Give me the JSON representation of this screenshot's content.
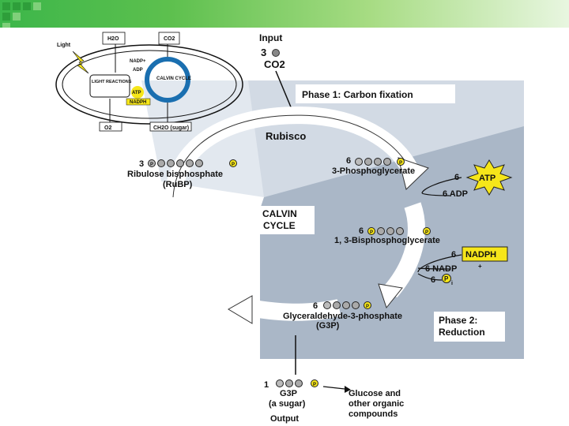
{
  "colors": {
    "green": "#3cb64a",
    "gray_panel": "#aab7c7",
    "light_panel": "#d2dae4",
    "blue_arrow": "#1a6fb0",
    "atp_yellow": "#f6e61a"
  },
  "overview": {
    "light": "Light",
    "h2o": "H2O",
    "co2": "CO2",
    "nadp": "NADP+",
    "adp": "ADP",
    "light_reactions": "LIGHT REACTIONS",
    "calvin": "CALVIN CYCLE",
    "atp": "ATP",
    "nadph": "NADPH",
    "o2": "O2",
    "sugar": "CH2O (sugar)"
  },
  "input": {
    "title": "Input",
    "count": "3",
    "molecule": "CO2"
  },
  "phase1": "Phase 1: Carbon fixation",
  "rubisco": "Rubisco",
  "rubp": {
    "count": "3",
    "name": "Ribulose bisphosphate",
    "abbr": "(RuBP)"
  },
  "pga": {
    "count": "6",
    "name": "3-Phosphoglycerate"
  },
  "atp_step": {
    "count": "6",
    "atp": "ATP",
    "adp": "6 ADP"
  },
  "bpg": {
    "count": "6",
    "name": "1, 3-Bisphosphoglycerate"
  },
  "nadph_step": {
    "count": "6",
    "nadph": "NADPH",
    "nadp": "6 NADP",
    "pi_count": "6"
  },
  "g3p": {
    "count": "6",
    "name": "Glyceraldehyde-3-phosphate",
    "abbr": "(G3P)"
  },
  "calvin_label": {
    "line1": "CALVIN",
    "line2": "CYCLE"
  },
  "phase2": {
    "line1": "Phase 2:",
    "line2": "Reduction"
  },
  "output": {
    "count": "1",
    "name": "G3P",
    "sub": "(a sugar)",
    "title": "Output",
    "product1": "Glucose and",
    "product2": "other organic",
    "product3": "compounds"
  },
  "phosphate_symbol": "P",
  "pi_symbol": "P"
}
